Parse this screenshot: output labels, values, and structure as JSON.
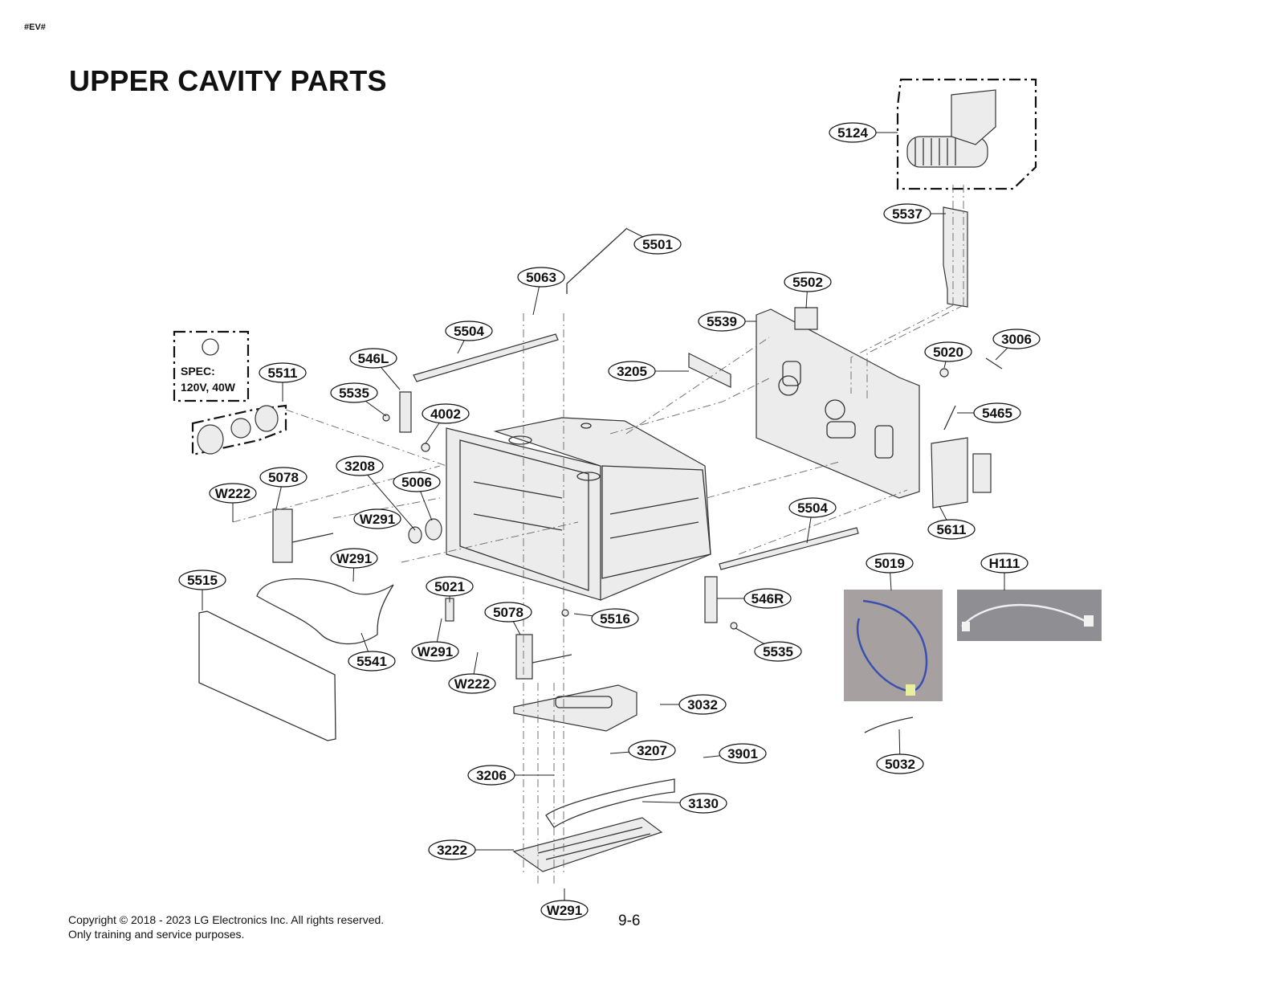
{
  "doc_tag": "#EV#",
  "title": "UPPER CAVITY PARTS",
  "spec": {
    "line1": "SPEC:",
    "line2": "120V, 40W"
  },
  "footer": {
    "copyright": "Copyright © 2018 - 2023 LG Electronics Inc. All rights reserved.",
    "usage": "Only training and service purposes."
  },
  "page_number": "9-6",
  "callouts": [
    {
      "label": "5124"
    },
    {
      "label": "5537"
    },
    {
      "label": "5501"
    },
    {
      "label": "5063"
    },
    {
      "label": "5502"
    },
    {
      "label": "5539"
    },
    {
      "label": "5504"
    },
    {
      "label": "3006"
    },
    {
      "label": "5020"
    },
    {
      "label": "546L"
    },
    {
      "label": "3205"
    },
    {
      "label": "5511"
    },
    {
      "label": "5535"
    },
    {
      "label": "4002"
    },
    {
      "label": "5465"
    },
    {
      "label": "3208"
    },
    {
      "label": "5078"
    },
    {
      "label": "5006"
    },
    {
      "label": "W222"
    },
    {
      "label": "W291"
    },
    {
      "label": "5504"
    },
    {
      "label": "5611"
    },
    {
      "label": "W291"
    },
    {
      "label": "5019"
    },
    {
      "label": "H111"
    },
    {
      "label": "5515"
    },
    {
      "label": "5021"
    },
    {
      "label": "546R"
    },
    {
      "label": "5078"
    },
    {
      "label": "5516"
    },
    {
      "label": "W291"
    },
    {
      "label": "5541"
    },
    {
      "label": "5535"
    },
    {
      "label": "W222"
    },
    {
      "label": "3032"
    },
    {
      "label": "3207"
    },
    {
      "label": "3901"
    },
    {
      "label": "5032"
    },
    {
      "label": "3206"
    },
    {
      "label": "3130"
    },
    {
      "label": "3222"
    },
    {
      "label": "W291"
    }
  ]
}
